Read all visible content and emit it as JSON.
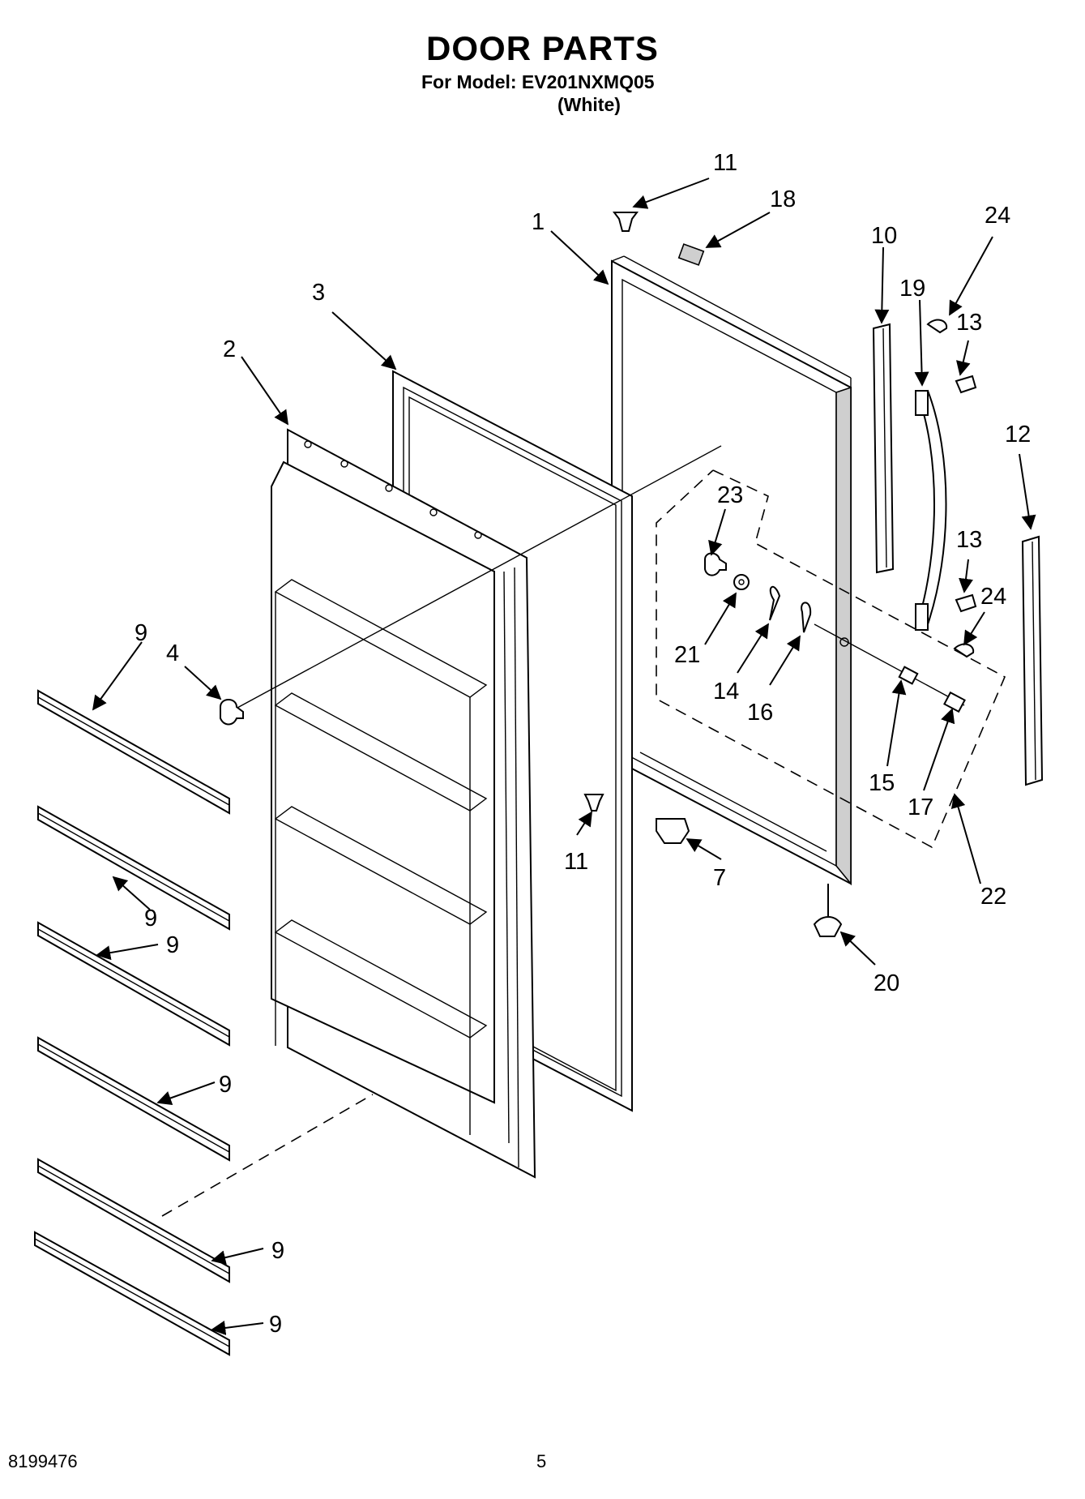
{
  "header": {
    "title": "DOOR PARTS",
    "model": "For Model: EV201NXMQ05",
    "variant": "(White)"
  },
  "footer": {
    "doc_number": "8199476",
    "page_number": "5"
  },
  "callouts": [
    "11",
    "18",
    "1",
    "10",
    "24",
    "19",
    "13",
    "3",
    "2",
    "12",
    "23",
    "13",
    "24",
    "9",
    "4",
    "21",
    "14",
    "16",
    "15",
    "17",
    "11",
    "7",
    "22",
    "20",
    "9",
    "9",
    "9",
    "9",
    "9"
  ]
}
